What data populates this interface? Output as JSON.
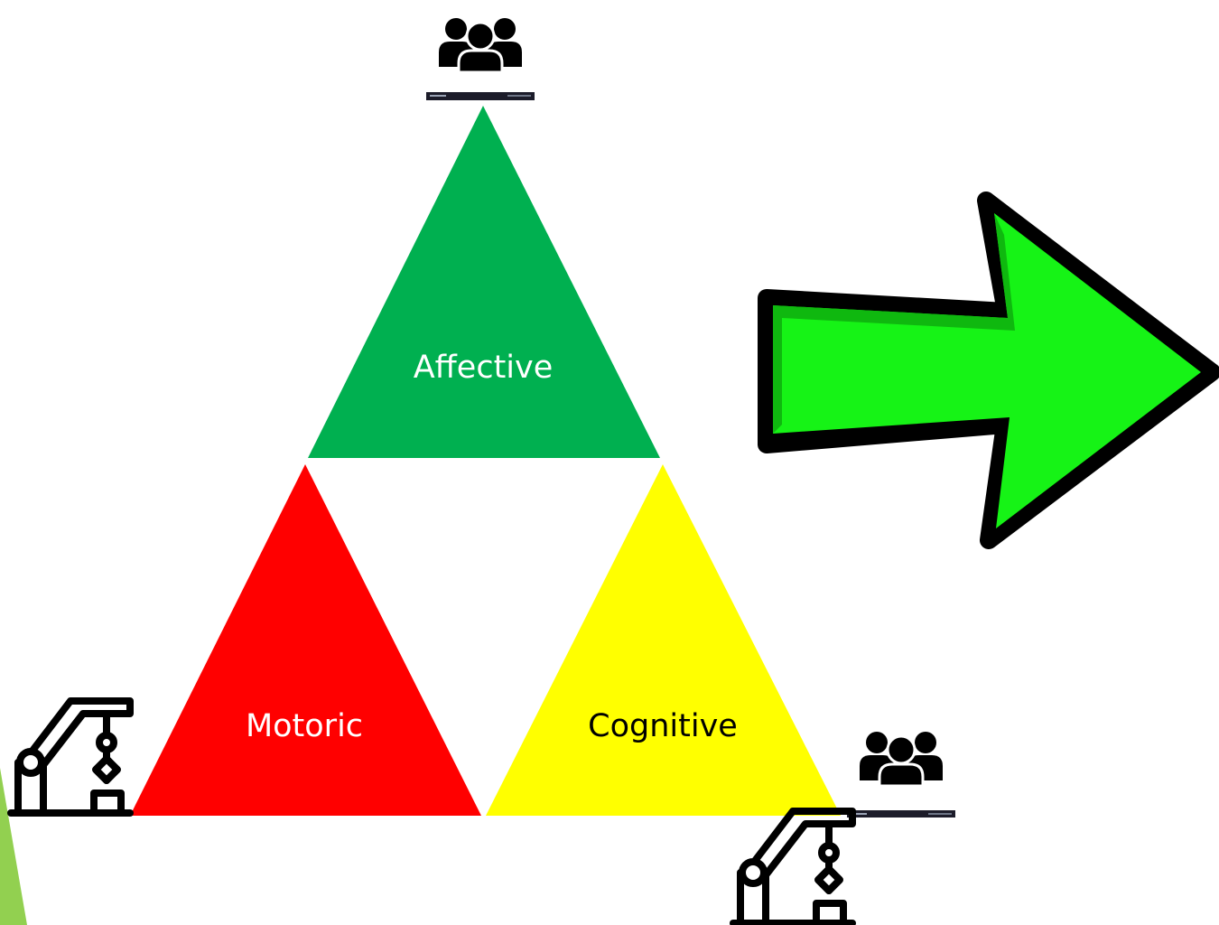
{
  "triangles": {
    "affective": {
      "label": "Affective",
      "fill": "#00b050",
      "text_color": "#ffffff"
    },
    "motoric": {
      "label": "Motoric",
      "fill": "#ff0000",
      "text_color": "#ffffff"
    },
    "cognitive": {
      "label": "Cognitive",
      "fill": "#ffff00",
      "text_color": "#000000"
    }
  },
  "arrow": {
    "fill": "#16f316",
    "shade": "#0fb80f",
    "outline": "#000000"
  },
  "side_accent": {
    "color": "#92d050"
  },
  "icons": {
    "people_group": "people-group-icon",
    "robot_arm": "robotic-arm-icon",
    "banner": "banner-strip"
  }
}
